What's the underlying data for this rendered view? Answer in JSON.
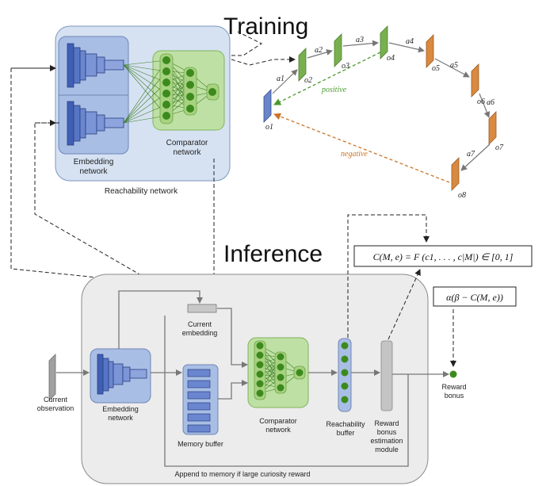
{
  "titles": {
    "training": "Training",
    "inference": "Inference"
  },
  "training": {
    "embedding_network": [
      "Embedding",
      "network"
    ],
    "comparator_network": [
      "Comparator",
      "network"
    ],
    "reachability_network": "Reachability network",
    "observations": [
      "o1",
      "o2",
      "o3",
      "o4",
      "o5",
      "o6",
      "o7",
      "o8"
    ],
    "actions": [
      "a1",
      "a2",
      "a3",
      "a4",
      "a5",
      "a6",
      "a7"
    ],
    "positive": "positive",
    "negative": "negative"
  },
  "inference": {
    "current_observation": [
      "Current",
      "observation"
    ],
    "embedding_network": [
      "Embedding",
      "network"
    ],
    "current_embedding": [
      "Current",
      "embedding"
    ],
    "memory_buffer": "Memory buffer",
    "comparator_network": [
      "Comparator",
      "network"
    ],
    "reachability_buffer": [
      "Reachability",
      "buffer"
    ],
    "reward_module": [
      "Reward",
      "bonus",
      "estimation",
      "module"
    ],
    "reward_bonus": [
      "Reward",
      "bonus"
    ],
    "append_caption": "Append to memory if large curiosity reward",
    "formula_c": "C(M, e) = F (c1, . . . , c|M|) ∈ [0, 1]",
    "formula_alpha": "α(β − C(M, e))"
  },
  "colors": {
    "green_obs": "#79b04f",
    "orange_obs": "#d98940",
    "blue_obs": "#6a86c9",
    "positive": "#4a9a2c",
    "negative": "#c87426"
  }
}
